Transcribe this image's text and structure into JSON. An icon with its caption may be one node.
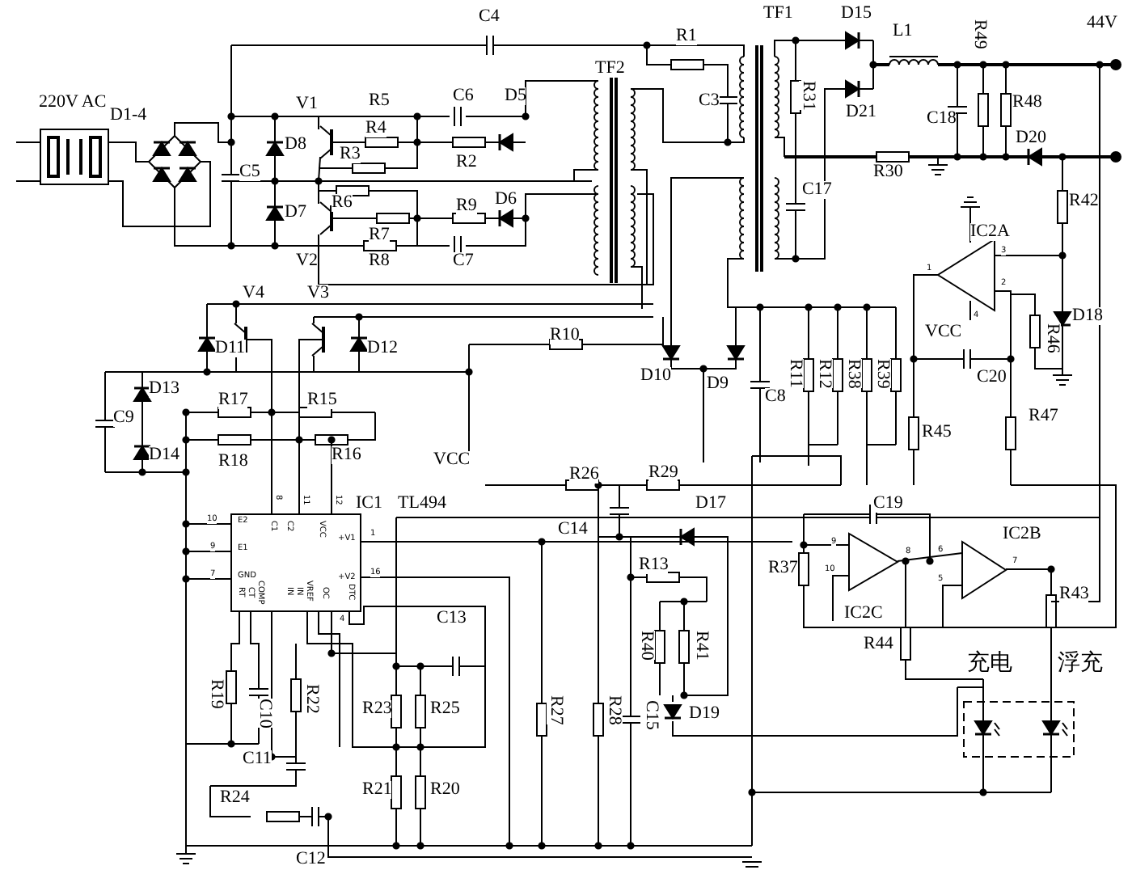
{
  "diagram": {
    "labels": [
      "C4",
      "TF1",
      "D15",
      "44V",
      "L1",
      "R49",
      "220V AC",
      "D1-4",
      "R1",
      "TF2",
      "C3",
      "R31",
      "D21",
      "C18",
      "R48",
      "D20",
      "V1",
      "R5",
      "C6",
      "D5",
      "R4",
      "D8",
      "R3",
      "R2",
      "C5",
      "R30",
      "R6",
      "R7",
      "R9",
      "D6",
      "D7",
      "R42",
      "IC2A",
      "C17",
      "V2",
      "R8",
      "C7",
      "D18",
      "V4",
      "V3",
      "R10",
      "D11",
      "D12",
      "R11",
      "R12",
      "R38",
      "R39",
      "VCC",
      "R46",
      "D10",
      "D9",
      "C8",
      "C20",
      "D13",
      "R17",
      "R15",
      "R45",
      "R47",
      "R16",
      "C9",
      "D14",
      "R18",
      "VCC",
      "R26",
      "R29",
      "IC1",
      "TL494",
      "C14",
      "D17",
      "C19",
      "IC2B",
      "R13",
      "R37",
      "IC2C",
      "R43",
      "R44",
      "R40",
      "R41",
      "充电",
      "浮充",
      "D19",
      "C13",
      "R19",
      "C10",
      "R22",
      "R23",
      "R25",
      "R27",
      "R28",
      "C15",
      "C11",
      "R21",
      "R20",
      "R24",
      "C12",
      "E2",
      "E1",
      "GND",
      "C1",
      "C2",
      "VCC",
      "+V1",
      "+V2",
      "RT",
      "CT",
      "COMP",
      "IN",
      "IN",
      "VREF",
      "OC",
      "DTC",
      "10",
      "9",
      "7",
      "8",
      "11",
      "12",
      "1",
      "16",
      "4",
      "1",
      "2",
      "3",
      "4",
      "9",
      "10",
      "8",
      "6",
      "5",
      "7"
    ]
  }
}
